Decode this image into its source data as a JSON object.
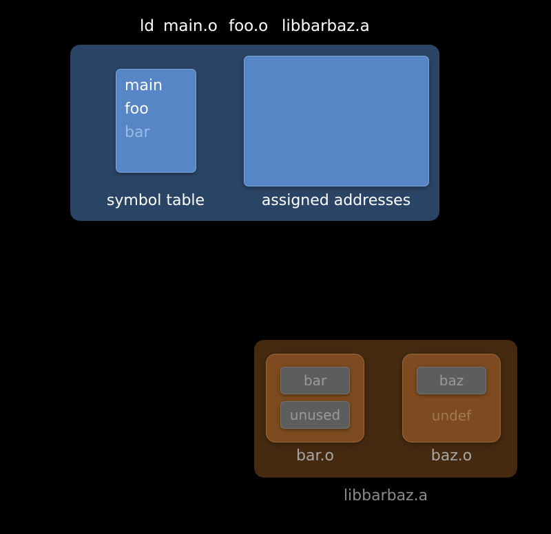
{
  "command": {
    "tool": "ld",
    "args": [
      "main.o",
      "foo.o",
      "libbarbaz.a"
    ]
  },
  "linker": {
    "symbol_table": {
      "label": "symbol table",
      "symbols": [
        {
          "name": "main",
          "state": "resolved"
        },
        {
          "name": "foo",
          "state": "resolved"
        },
        {
          "name": "bar",
          "state": "pending"
        }
      ]
    },
    "assigned_addresses": {
      "label": "assigned addresses"
    }
  },
  "archive": {
    "label": "libbarbaz.a",
    "members": [
      {
        "label": "bar.o",
        "sections": [
          "bar",
          "unused"
        ]
      },
      {
        "label": "baz.o",
        "sections": [
          "baz"
        ],
        "note": "undef"
      }
    ]
  },
  "colors": {
    "background": "#000000",
    "linker_panel": "#2a4465",
    "linker_box": "#5686c6",
    "symbol_resolved": "#ffffff",
    "symbol_pending": "#9bbbe6",
    "archive_panel": "#452a0f",
    "object_box": "#7d4b1f",
    "section_box": "#5d5d5d"
  }
}
